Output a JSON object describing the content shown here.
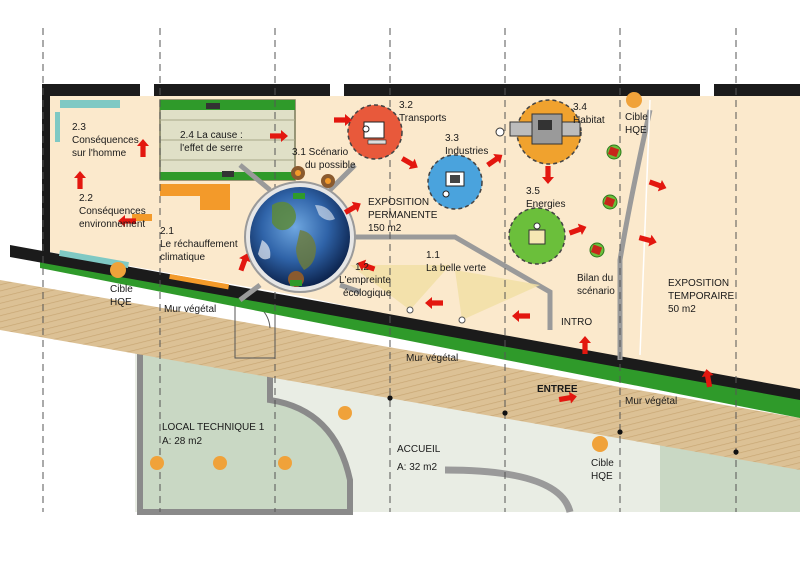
{
  "colors": {
    "floor": "#fbe9cc",
    "corridor": "#d9bd8f",
    "tech_room": "#c9d8c4",
    "wall": "#1b1b1b",
    "green_wall": "#2f9a2a",
    "arrow": "#e3170f",
    "grey_wall": "#9a9a9a",
    "beam": "#f1dfa5",
    "target": "#f0a23a",
    "transports": "#e8593b",
    "industries": "#4aa3dd",
    "habitat": "#f0a22e",
    "energies": "#6bbf3b"
  },
  "labels": {
    "s23": [
      "2.3",
      "Conséquences",
      "sur l'homme"
    ],
    "s22": [
      "2.2",
      "Conséquences",
      "environnement"
    ],
    "s24": [
      "2.4 La cause :",
      "l'effet de serre"
    ],
    "s21": [
      "2.1",
      "Le réchauffement",
      "climatique"
    ],
    "s31": [
      "3.1 Scénario",
      "du possible"
    ],
    "s32": [
      "3.2",
      "Transports"
    ],
    "s33": [
      "3.3",
      "Industries"
    ],
    "s34": [
      "3.4",
      "Habitat"
    ],
    "s35": [
      "3.5",
      "Energies"
    ],
    "expo_perm": [
      "EXPOSITION",
      "PERMANENTE",
      "150 m2"
    ],
    "s11": [
      "1.1",
      "La belle verte"
    ],
    "s12": [
      "1.2",
      "L'empreinte",
      "écologique"
    ],
    "bilan": [
      "Bilan du",
      "scénario"
    ],
    "expo_temp": [
      "EXPOSITION",
      "TEMPORAIRE",
      "50 m2"
    ],
    "cible_top": [
      "Cible",
      "HQE"
    ],
    "cible_left": [
      "Cible",
      "HQE"
    ],
    "cible_bottom": [
      "Cible",
      "HQE"
    ],
    "mur_vegetal_1": "Mur végétal",
    "mur_vegetal_2": "Mur végétal",
    "mur_vegetal_3": "Mur végétal",
    "intro": "INTRO",
    "entree": "ENTREE",
    "local_tech": [
      "LOCAL TECHNIQUE 1",
      "A: 28 m2"
    ],
    "accueil": [
      "ACCUEIL",
      "A: 32 m2"
    ]
  },
  "icons": {
    "globe": "earth-globe-icon",
    "arrow": "direction-arrow-icon",
    "pod": "exhibit-pod-icon",
    "target": "hqe-target-icon",
    "computer": "computer-terminal-icon"
  }
}
